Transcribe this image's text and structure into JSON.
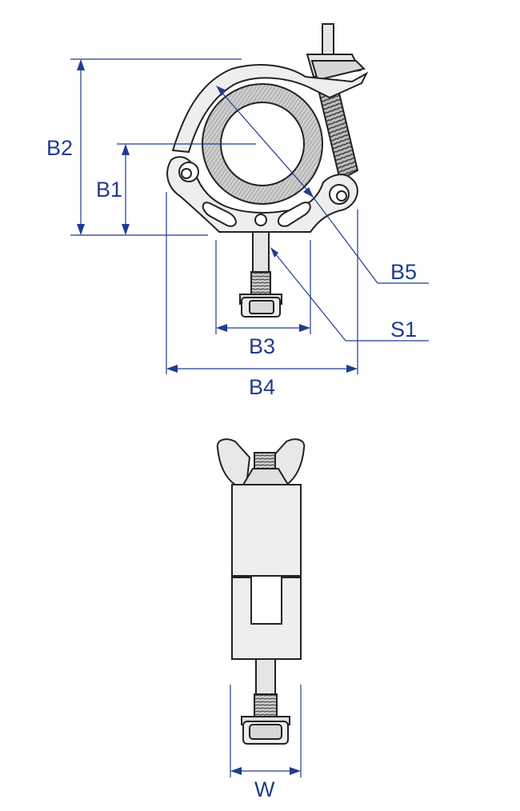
{
  "labels": {
    "b1": "B1",
    "b2": "B2",
    "b3": "B3",
    "b4": "B4",
    "b5": "B5",
    "s1": "S1",
    "w": "W"
  },
  "colors": {
    "dimension": "#1f3c8f",
    "body": "#eeeeee",
    "outline": "#222222"
  }
}
